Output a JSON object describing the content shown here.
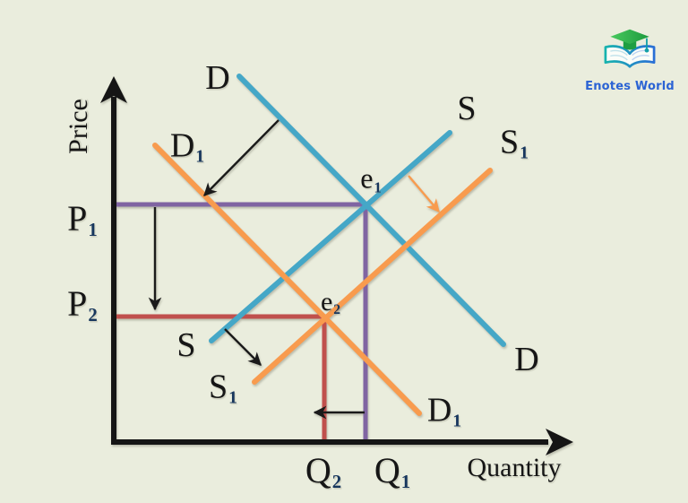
{
  "diagram": {
    "background_color": "#eaeddd",
    "axes": {
      "y_label": "Price",
      "x_label": "Quantity",
      "axis_color": "#151515"
    },
    "curves": {
      "demand_original": {
        "label": "D",
        "color": "#45a7c7"
      },
      "supply_original": {
        "label": "S",
        "color": "#45a7c7"
      },
      "demand_shifted": {
        "label": "D",
        "sub": "1",
        "color": "#f89b4e"
      },
      "supply_shifted": {
        "label": "S",
        "sub": "1",
        "color": "#f89b4e"
      }
    },
    "points": {
      "e1": {
        "label": "e",
        "sub": "1"
      },
      "e2": {
        "label": "e",
        "sub": "2"
      },
      "p1": {
        "label": "P",
        "sub": "1"
      },
      "p2": {
        "label": "P",
        "sub": "2"
      },
      "q1": {
        "label": "Q",
        "sub": "1"
      },
      "q2": {
        "label": "Q",
        "sub": "2"
      }
    },
    "guide_colors": {
      "e1_guides": "#8064a2",
      "e2_guides": "#c0504d"
    },
    "subscript_color": "#17365d",
    "arrows": {
      "demand_shift_color": "#1a1a1a",
      "supply_shift_upper_color": "#f89b4e",
      "supply_shift_lower_color": "#1a1a1a",
      "price_fall_color": "#1a1a1a",
      "quantity_fall_color": "#1a1a1a"
    }
  },
  "logo": {
    "text": "Enotes World",
    "text_color": "#2b63d4",
    "cap_color": "#2fae49",
    "cap_band_color": "#1f9e42",
    "tassel_color": "#12a0a8",
    "book_gradient": [
      "#17b3ae",
      "#2a6fd6"
    ]
  }
}
